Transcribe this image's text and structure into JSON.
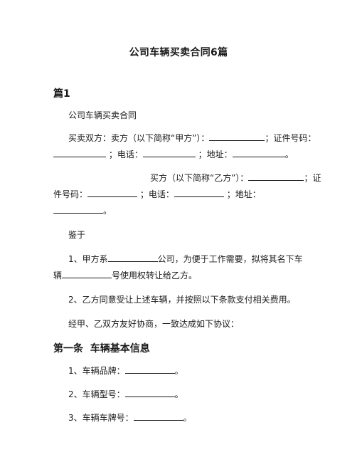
{
  "doc": {
    "title": "公司车辆买卖合同6篇",
    "section_heading": "篇1",
    "contract_name": "公司车辆买卖合同",
    "seller_intro": "买卖双方：卖方（以下简称“甲方”）：",
    "id_no_label": "；证件号码：",
    "phone_label": "；电话：",
    "address_label": "；地址：",
    "period": "。",
    "buyer_intro": "买方（以下简称“乙方”）：",
    "id_no_label2": "；证",
    "id_no_label3": "件号码：",
    "whereas": "鉴于",
    "item1_a": "1、甲方系",
    "item1_b": "公司，为便于工作需要，拟将其名下车",
    "item1_c": "辆",
    "item1_d": "号使用权转让给乙方。",
    "item2": "2、乙方同意受让上述车辆，并按照以下条款支付相关费用。",
    "agreement": "经甲、乙双方友好协商，一致达成如下协议：",
    "article1": "第一条  车辆基本信息",
    "brand": "1、车辆品牌：",
    "model": "2、车辆型号：",
    "plate": "3、车辆车牌号："
  }
}
